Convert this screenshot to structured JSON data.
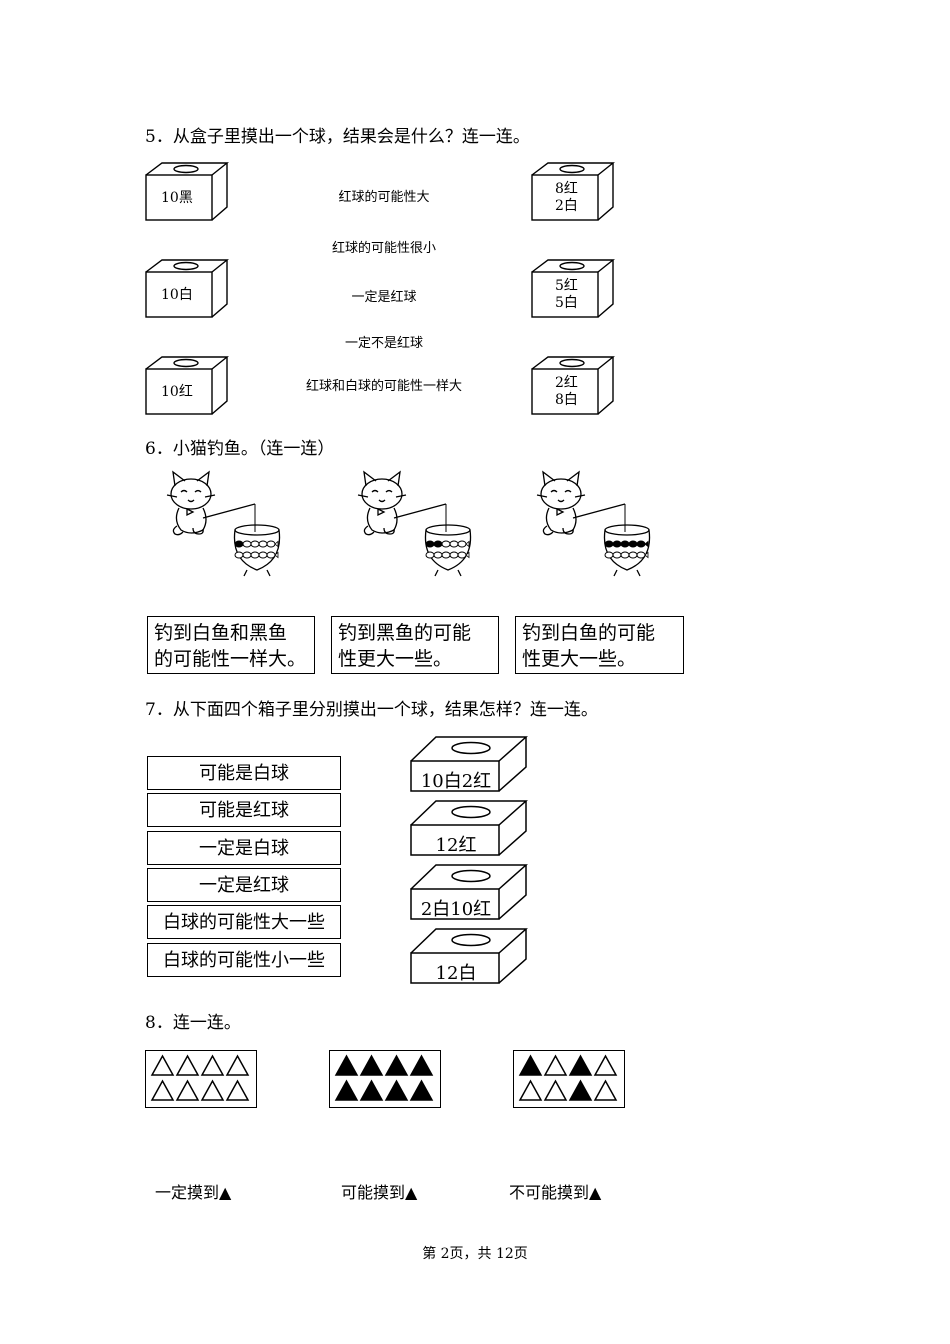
{
  "q5": {
    "title": "5．从盒子里摸出一个球，结果会是什么？连一连。",
    "left_boxes": [
      {
        "line1": "10黑",
        "line2": ""
      },
      {
        "line1": "10白",
        "line2": ""
      },
      {
        "line1": "10红",
        "line2": ""
      }
    ],
    "right_boxes": [
      {
        "line1": "8红",
        "line2": "2白"
      },
      {
        "line1": "5红",
        "line2": "5白"
      },
      {
        "line1": "2红",
        "line2": "8白"
      }
    ],
    "options": [
      "红球的可能性大",
      "红球的可能性很小",
      "一定是红球",
      "一定不是红球",
      "红球和白球的可能性一样大"
    ]
  },
  "q6": {
    "title": "6．小猫钓鱼。（连一连）",
    "bowls": [
      {
        "black_fish": 1
      },
      {
        "black_fish": 2
      },
      {
        "black_fish": 5
      }
    ],
    "boxes": [
      {
        "line1": "钓到白鱼和黑鱼",
        "line2": "的可能性一样大。"
      },
      {
        "line1": "钓到黑鱼的可能",
        "line2": "性更大一些。"
      },
      {
        "line1": "钓到白鱼的可能",
        "line2": "性更大一些。"
      }
    ]
  },
  "q7": {
    "title": "7．从下面四个箱子里分别摸出一个球，结果怎样？连一连。",
    "options": [
      "可能是白球",
      "可能是红球",
      "一定是白球",
      "一定是红球",
      "白球的可能性大一些",
      "白球的可能性小一些"
    ],
    "boxes": [
      "10白2红",
      "12红",
      "2白10红",
      "12白"
    ]
  },
  "q8": {
    "title": "8．连一连。",
    "triangle_sets": [
      [
        0,
        0,
        0,
        0,
        0,
        0,
        0,
        0
      ],
      [
        1,
        1,
        1,
        1,
        1,
        1,
        1,
        1
      ],
      [
        1,
        0,
        1,
        0,
        0,
        0,
        1,
        0
      ]
    ],
    "labels": [
      "一定摸到▲",
      "可能摸到▲",
      "不可能摸到▲"
    ]
  },
  "footer": "第 2页，共 12页"
}
